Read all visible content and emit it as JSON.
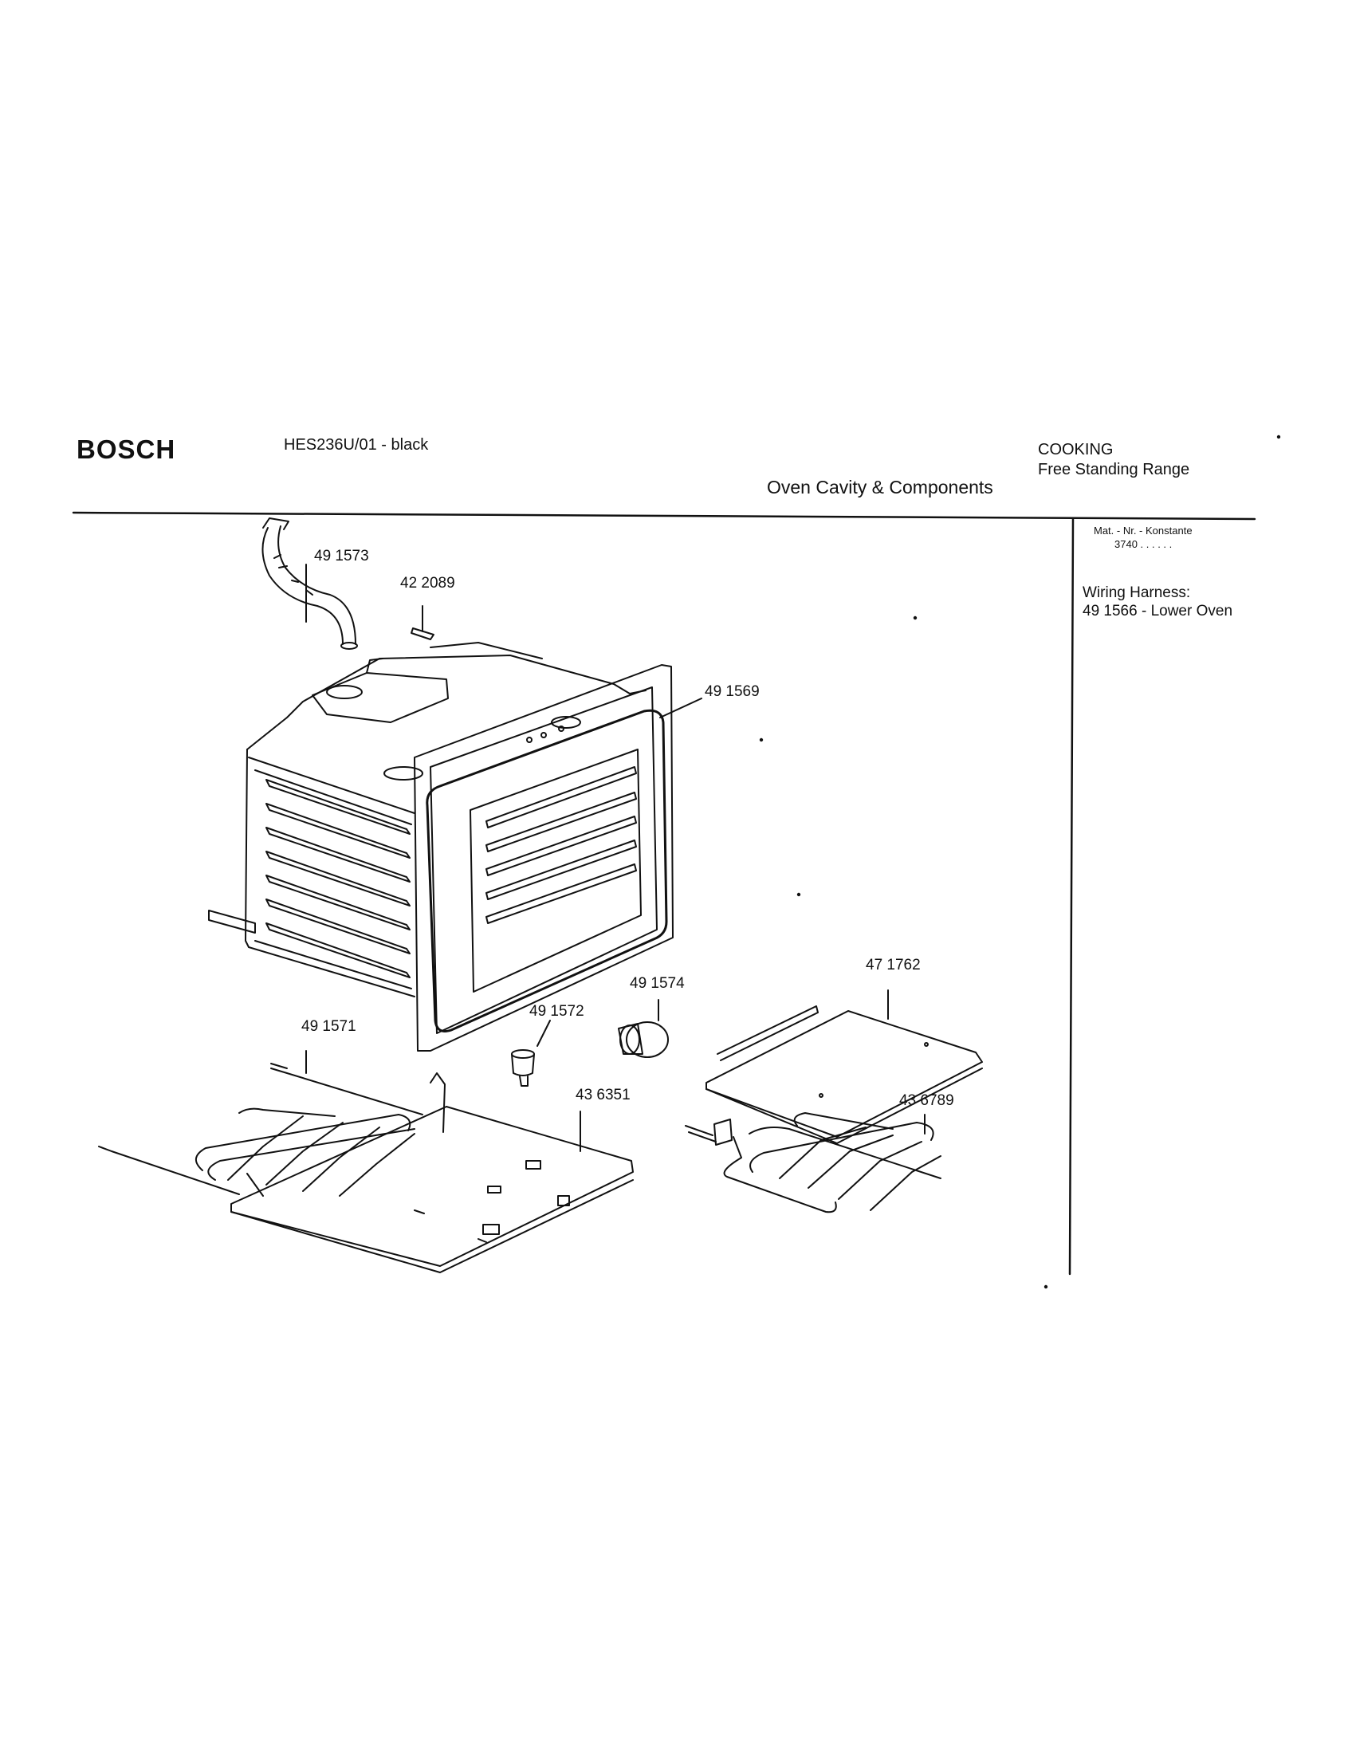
{
  "header": {
    "brand": "BOSCH",
    "model": "HES236U/01 - black",
    "section_title": "Oven Cavity & Components",
    "category": "COOKING",
    "subcategory": "Free Standing Range"
  },
  "sidebar": {
    "mat_label": "Mat. - Nr. - Konstante",
    "mat_value": "3740 . .   . . . .",
    "harness_title": "Wiring Harness:",
    "harness_value": "49 1566 - Lower Oven"
  },
  "parts": [
    {
      "id": "hose",
      "number": "49 1573"
    },
    {
      "id": "clip",
      "number": "42 2089"
    },
    {
      "id": "gasket",
      "number": "49 1569"
    },
    {
      "id": "cover-plate",
      "number": "47 1762"
    },
    {
      "id": "fan-motor",
      "number": "49 1574"
    },
    {
      "id": "socket",
      "number": "49 1572"
    },
    {
      "id": "bake-element",
      "number": "49 1571"
    },
    {
      "id": "bottom-panel",
      "number": "43 6351"
    },
    {
      "id": "broil-element",
      "number": "43 6789"
    }
  ]
}
